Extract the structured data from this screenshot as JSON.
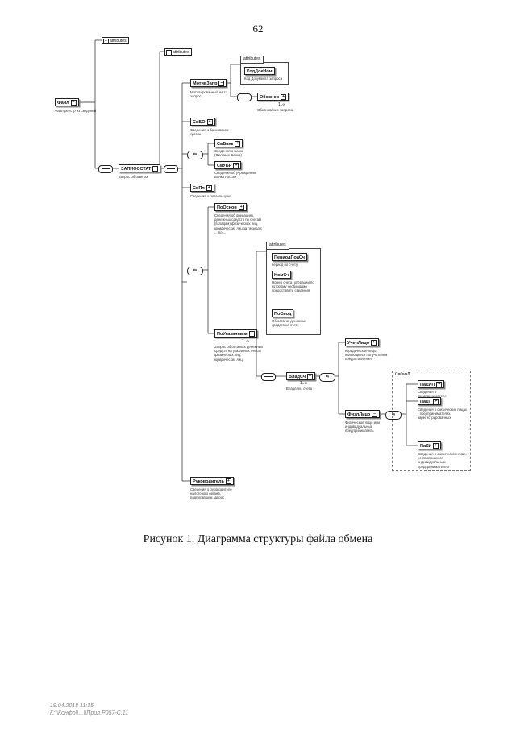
{
  "page_number": "62",
  "caption": "Рисунок 1. Диаграмма структуры файла обмена",
  "footer": {
    "line1": "19.04.2018 11:35",
    "line2": "К:\\\\Конфо\\\\...\\\\Прил.Р057-С.11"
  },
  "attributes_tag": "attributes",
  "root": {
    "label": "Файл",
    "annotation": "Файл-реестр из сведений"
  },
  "zapiosstat": {
    "label": "ЗАПИОССТАТ",
    "annotation": "Запрос об ответах"
  },
  "motivzapr": {
    "label": "МотивЗапр",
    "annotation": "Мотивированный на то запрос"
  },
  "motiv_attrs": {
    "koddoknom": "КодДокНом",
    "koddoknom_ann": "Код Документа запроса"
  },
  "obosnov": {
    "label": "Обоснов",
    "mult": "1..∞",
    "annotation": "Обоснование запроса"
  },
  "svbo": {
    "label": "СвБО",
    "annotation": "Сведения о банковском органе"
  },
  "svbank": {
    "label": "СвБанк",
    "annotation": "Сведения о Банке (Филиале Банка)"
  },
  "svubr": {
    "label": "СвУБР",
    "annotation": "Сведения об учреждении Банка России"
  },
  "svpl": {
    "label": "СвПл",
    "annotation": "Сведения о плательщике"
  },
  "poosnov": {
    "label": "ПоОснов",
    "annotation": "Сведения об операциях, денежных средств по счетам (вкладам) физических лиц, юридических лиц за период с ... по ..."
  },
  "poukazan_attrs": {
    "periodpoash": "ПериодПоаСч",
    "periodpoash_ann": "период по счету",
    "nomsch": "НомСч",
    "nomsch_ann": "Номер счета, операции по которому необходимо предоставить сведения",
    "posvod": "ПоСвод",
    "posvod_ann": "Об остатке денежных средств на счете"
  },
  "poukazanim": {
    "label": "ПоУказанным",
    "mult": "1..∞",
    "annotation": "Запрос об остатках денежных средств на указанных счетах физических лиц, юридических лиц"
  },
  "vladsch": {
    "label": "ВладСч",
    "mult": "1..∞",
    "annotation": "Владелец счета"
  },
  "ulpl": {
    "label": "УчепЛицо",
    "annotation": "Юридическое лицо, являющееся получателем предоставления"
  },
  "fizlitso": {
    "label": "ФизлЛицо",
    "annotation": "Физическое лицо или индивидуальный предприниматель"
  },
  "svfiz": {
    "group_label": "СвФизЛ",
    "fio": "ПаКИП",
    "fio_ann": "Сведения о предпринимателе",
    "pbp": "ПаКП",
    "pbp_ann": "Сведения о физических лицах - предпринимателях, зарегистрированных",
    "inn": "ПаКИ",
    "inn_ann": "Сведения о физическом лице, не являющемся индивидуальным предпринимателем"
  },
  "rukovod": {
    "label": "Руководитель",
    "annotation": "Сведения о руководителе налогового органа, подписавшем запрос"
  }
}
